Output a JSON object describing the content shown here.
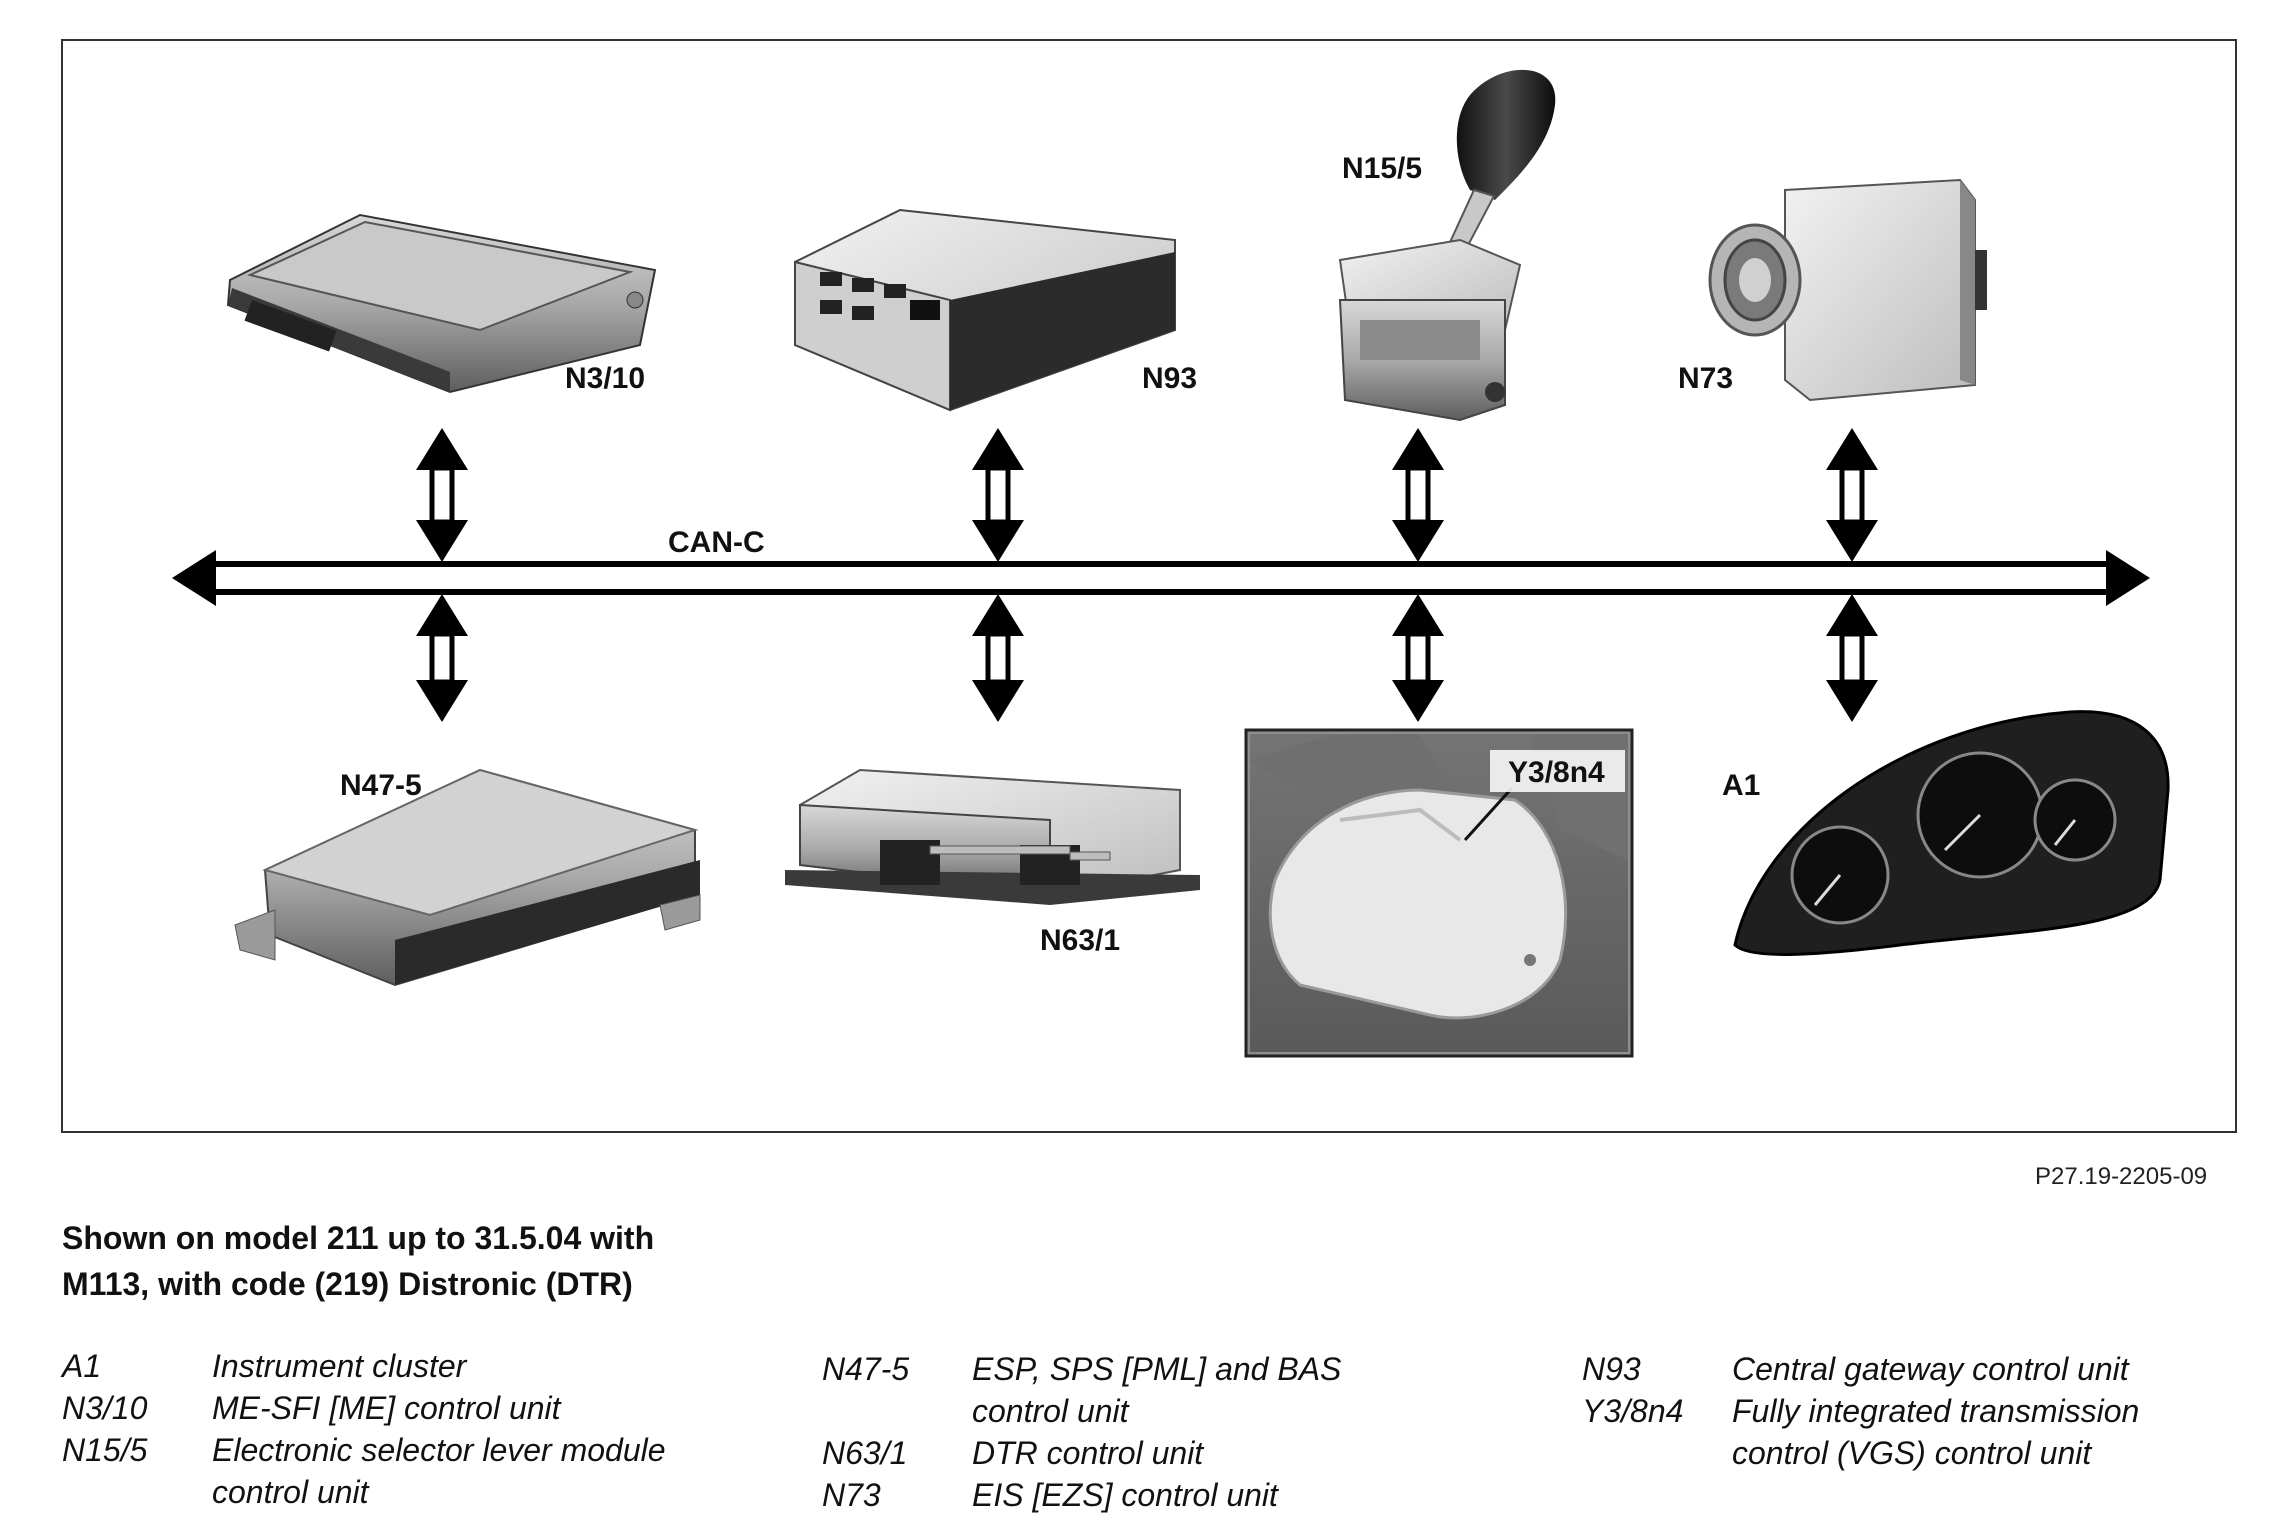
{
  "bus": {
    "label": "CAN-C"
  },
  "components": [
    {
      "code": "N3/10"
    },
    {
      "code": "N93"
    },
    {
      "code": "N15/5"
    },
    {
      "code": "N73"
    },
    {
      "code": "N47-5"
    },
    {
      "code": "N63/1"
    },
    {
      "code": "Y3/8n4"
    },
    {
      "code": "A1"
    }
  ],
  "reference": "P27.19-2205-09",
  "caption": {
    "line1": "Shown on model 211 up to 31.5.04 with",
    "line2": "M113, with code (219) Distronic (DTR)"
  },
  "legend": {
    "col1": [
      {
        "code": "A1",
        "line1": "Instrument cluster",
        "line2": ""
      },
      {
        "code": "N3/10",
        "line1": "ME-SFI [ME] control unit",
        "line2": ""
      },
      {
        "code": "N15/5",
        "line1": "Electronic selector lever module",
        "line2": "control unit"
      }
    ],
    "col2": [
      {
        "code": "N47-5",
        "line1": "ESP, SPS [PML] and BAS",
        "line2": "control unit"
      },
      {
        "code": "N63/1",
        "line1": "DTR control unit",
        "line2": ""
      },
      {
        "code": "N73",
        "line1": "EIS [EZS] control unit",
        "line2": ""
      }
    ],
    "col3": [
      {
        "code": "N93",
        "line1": "Central gateway control unit",
        "line2": ""
      },
      {
        "code": "Y3/8n4",
        "line1": "Fully integrated transmission",
        "line2": "control (VGS) control unit"
      }
    ]
  }
}
